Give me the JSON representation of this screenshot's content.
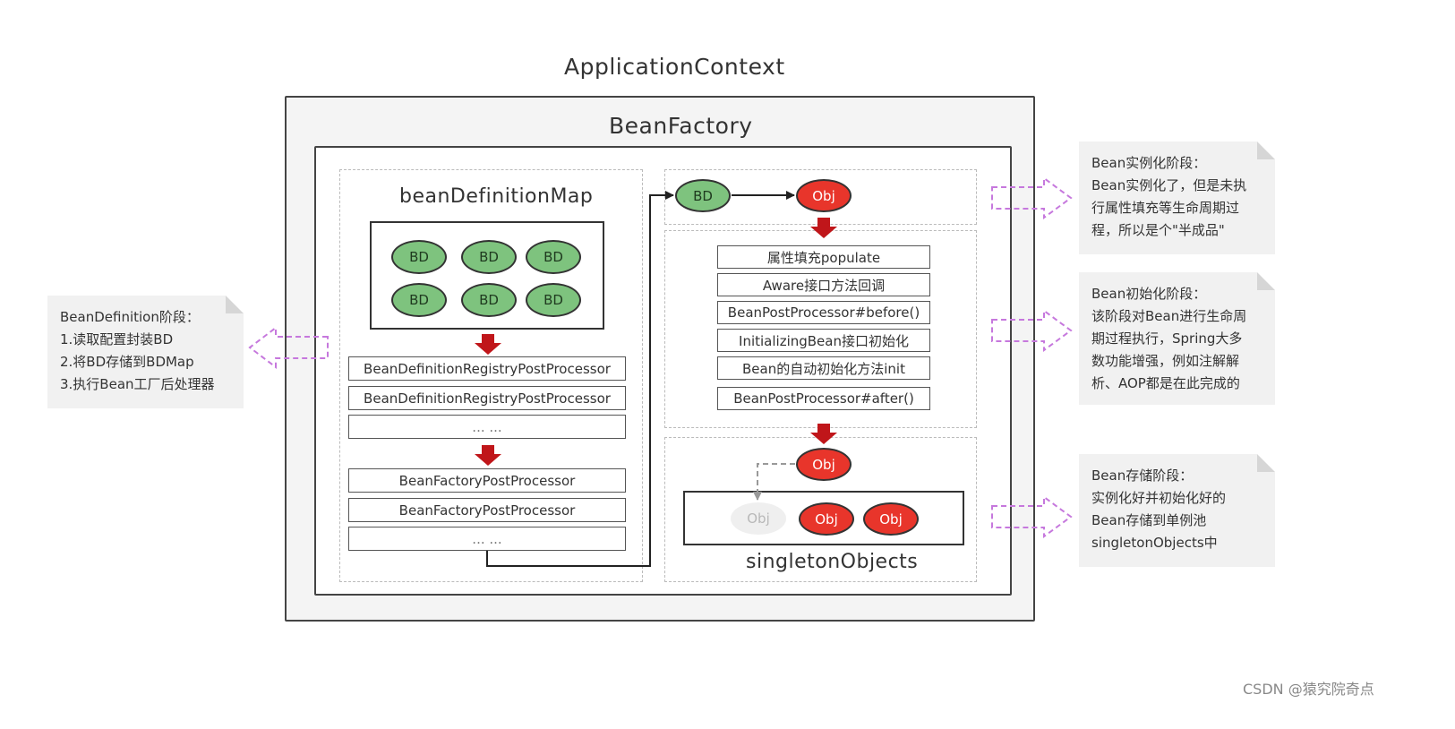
{
  "diagram": {
    "application_context_title": "ApplicationContext",
    "bean_factory_title": "BeanFactory",
    "bean_definition_map": {
      "title": "beanDefinitionMap",
      "entries": [
        "BD",
        "BD",
        "BD",
        "BD",
        "BD",
        "BD"
      ]
    },
    "registry_processors": [
      "BeanDefinitionRegistryPostProcessor",
      "BeanDefinitionRegistryPostProcessor",
      "... ..."
    ],
    "factory_processors": [
      "BeanFactoryPostProcessor",
      "BeanFactoryPostProcessor",
      "... ..."
    ],
    "instantiation": {
      "bd_label": "BD",
      "obj_label": "Obj"
    },
    "init_steps": [
      "属性填充populate",
      "Aware接口方法回调",
      "BeanPostProcessor#before()",
      "InitializingBean接口初始化",
      "Bean的自动初始化方法init",
      "BeanPostProcessor#after()"
    ],
    "singleton": {
      "incoming_obj": "Obj",
      "objects": [
        "Obj",
        "Obj",
        "Obj"
      ],
      "title": "singletonObjects"
    }
  },
  "notes": {
    "bean_definition": {
      "heading": "BeanDefinition阶段：",
      "lines": [
        "1.读取配置封装BD",
        "2.将BD存储到BDMap",
        "3.执行Bean工厂后处理器"
      ]
    },
    "instantiation": {
      "heading": "Bean实例化阶段：",
      "lines": [
        "Bean实例化了，但是未执",
        "行属性填充等生命周期过",
        "程，所以是个\"半成品\""
      ]
    },
    "initialization": {
      "heading": "Bean初始化阶段：",
      "lines": [
        "该阶段对Bean进行生命周",
        "期过程执行，Spring大多",
        "数功能增强，例如注解解",
        "析、AOP都是在此完成的"
      ]
    },
    "storage": {
      "heading": "Bean存储阶段：",
      "lines": [
        "实例化好并初始化好的",
        "Bean存储到单例池",
        "singletonObjects中"
      ]
    }
  },
  "watermark": "CSDN @猿究院奇点",
  "colors": {
    "bd_fill": "#7ec37e",
    "obj_fill": "#e8352b",
    "flow_arrow": "#c0161a",
    "stage_arrow": "#c678dd",
    "note_bg": "#f1f1f1"
  }
}
